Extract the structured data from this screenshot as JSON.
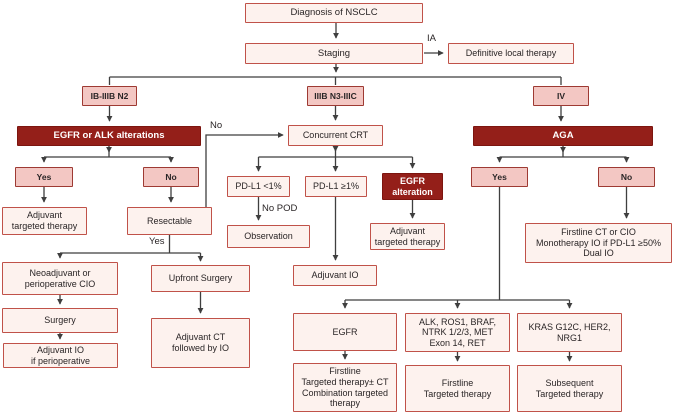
{
  "diagram": {
    "title": "NSCLC treatment decision flowchart",
    "colors": {
      "dark_node_fill": "#941f19",
      "pink_node_fill": "#f3c7c3",
      "light_node_fill": "#fdf2ee",
      "node_border": "#c05249",
      "connector_line": "#3f3f3f"
    },
    "nodes": {
      "diagnosis": {
        "label": "Diagnosis of NSCLC"
      },
      "staging": {
        "label": "Staging"
      },
      "definitive_local_therapy": {
        "label": "Definitive local therapy"
      },
      "stage_ib_iiib_n2": {
        "label": "IB-IIIB N2"
      },
      "stage_iiib_n3_iiic": {
        "label": "IIIB N3-IIIC"
      },
      "stage_iv": {
        "label": "IV"
      },
      "egfr_alk_alterations": {
        "label": "EGFR or ALK alterations"
      },
      "concurrent_crt": {
        "label": "Concurrent CRT"
      },
      "aga": {
        "label": "AGA"
      },
      "yes_left": {
        "label": "Yes"
      },
      "no_left": {
        "label": "No"
      },
      "yes_right": {
        "label": "Yes"
      },
      "no_right": {
        "label": "No"
      },
      "pdl1_lt1": {
        "label": "PD-L1 <1%"
      },
      "pdl1_ge1": {
        "label": "PD-L1 ≥1%"
      },
      "egfr_alteration": {
        "label": "EGFR\nalteration"
      },
      "adjuvant_targeted_left": {
        "label": "Adjuvant\ntargeted therapy"
      },
      "resectable": {
        "label": "Resectable"
      },
      "observation": {
        "label": "Observation"
      },
      "adjuvant_targeted_mid": {
        "label": "Adjuvant\ntargeted therapy"
      },
      "firstline_ct_cio": {
        "label": "Firstline CT or CIO\nMonotherapy IO if PD-L1 ≥50%\nDual IO"
      },
      "neoadjuvant_cio": {
        "label": "Neoadjuvant or\nperioperative CIO"
      },
      "upfront_surgery": {
        "label": "Upfront Surgery"
      },
      "adjuvant_io": {
        "label": "Adjuvant IO"
      },
      "surgery": {
        "label": "Surgery"
      },
      "adjuvant_io_periop": {
        "label": "Adjuvant IO\nif perioperative"
      },
      "adjuvant_ct_io": {
        "label": "Adjuvant CT\nfollowed by IO"
      },
      "egfr": {
        "label": "EGFR"
      },
      "alk_ros1_group": {
        "label": "ALK, ROS1, BRAF,\nNTRK 1/2/3, MET\nExon 14, RET"
      },
      "kras_group": {
        "label": "KRAS G12C, HER2,\nNRG1"
      },
      "firstline_combo": {
        "label": "Firstline\nTargeted therapy± CT\nCombination targeted\ntherapy"
      },
      "firstline_targeted": {
        "label": "Firstline\nTargeted therapy"
      },
      "subsequent_targeted": {
        "label": "Subsequent\nTargeted therapy"
      }
    },
    "edge_labels": {
      "ia": "IA",
      "no_to_crt": "No",
      "no_pod": "No POD",
      "yes_resectable": "Yes"
    }
  }
}
